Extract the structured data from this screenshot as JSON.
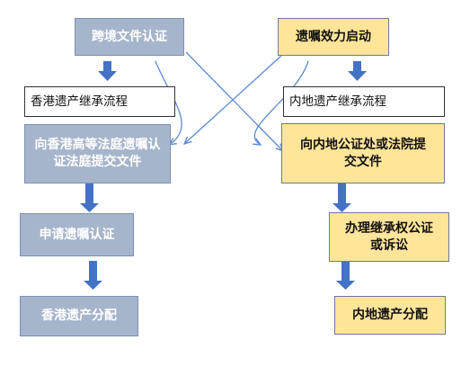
{
  "diagram": {
    "hk_flow": {
      "start": "跨境文件认证",
      "process_label": "香港遗产继承流程",
      "step1": "向香港高等法庭遗嘱认证法庭提交文件",
      "step2": "申请遗嘱认证",
      "step3": "香港遗产分配"
    },
    "mainland_flow": {
      "start": "遗嘱效力启动",
      "process_label": "内地遗产继承流程",
      "step1": "向内地公证处或法院提交文件",
      "step2": "办理继承权公证或诉讼",
      "step3": "内地遗产分配"
    }
  },
  "colors": {
    "blue_box": "#a6b5cb",
    "yellow_box": "#ffe59a",
    "arrow_fill": "#4472c4",
    "connector": "#5b8bd6"
  }
}
